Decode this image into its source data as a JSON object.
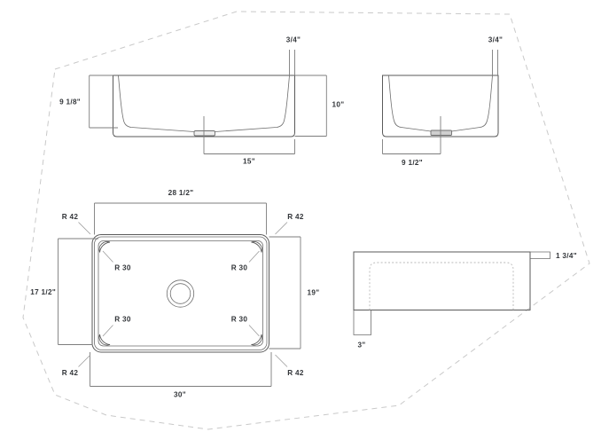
{
  "colors": {
    "object_line": "#5a5a5a",
    "dimension_line": "#7d7d7d",
    "leader_line": "#9b9b9b",
    "hidden_line": "#b8b8b8",
    "border_line": "#c9c9c9",
    "text": "#33363a",
    "background": "#ffffff"
  },
  "front_view": {
    "bowl_depth": "9 1/8\"",
    "overall_height": "10\"",
    "drain_offset": "15\"",
    "apron_thickness": "3/4\""
  },
  "side_view": {
    "apron_thickness": "3/4\"",
    "drain_offset": "9 1/2\""
  },
  "plan_view": {
    "bowl_width": "28 1/2\"",
    "bowl_length": "17 1/2\"",
    "overall_length": "19\"",
    "overall_width": "30\"",
    "outer_corner_radius": "R 42",
    "inner_corner_radius": "R 30"
  },
  "section_view": {
    "flange_height": "1 3/4\"",
    "return_width": "3\""
  }
}
